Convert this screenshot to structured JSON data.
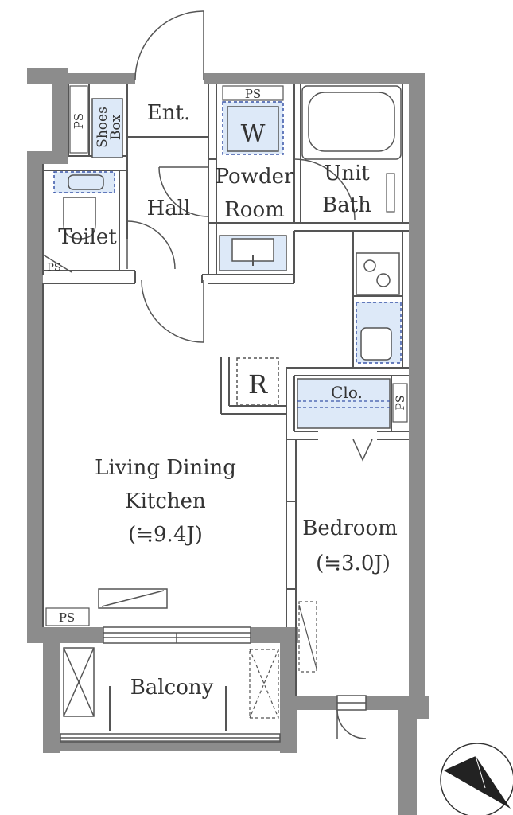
{
  "colors": {
    "wall": "#8c8c8c",
    "line": "#555555",
    "fixture_fill": "#dde9f8",
    "fixture_dash": "#3a55a8",
    "text": "#333333"
  },
  "rooms": {
    "entrance": "Ent.",
    "shoes_box_1": "Shoes",
    "shoes_box_2": "Box",
    "hall": "Hall",
    "powder_room_1": "Powder",
    "powder_room_2": "Room",
    "unit_bath_1": "Unit",
    "unit_bath_2": "Bath",
    "toilet": "Toilet",
    "ldk_1": "Living Dining",
    "ldk_2": "Kitchen",
    "ldk_size": "(≒9.4J)",
    "bedroom": "Bedroom",
    "bedroom_size": "(≒3.0J)",
    "closet": "Clo.",
    "balcony": "Balcony"
  },
  "symbols": {
    "washer": "W",
    "refrigerator": "R",
    "pipe_space": "PS"
  },
  "compass": {
    "icon": "north-arrow-icon"
  }
}
